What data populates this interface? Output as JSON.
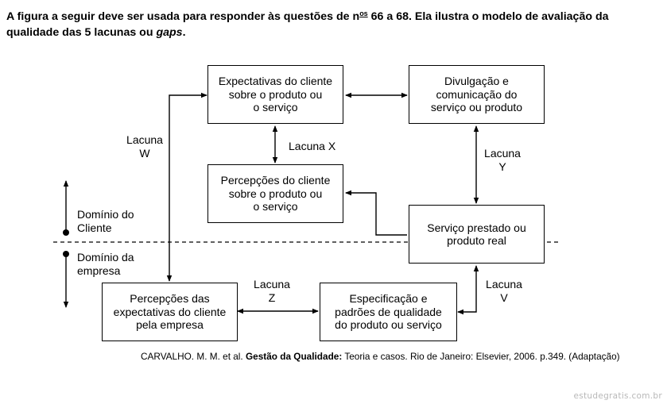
{
  "intro": {
    "text_before_sup": "A figura a seguir deve ser usada para responder às questões de n",
    "sup": "os",
    "text_after_sup": " 66 a 68. Ela ilustra o modelo de avaliação da qualidade das 5 lacunas ou ",
    "italic": "gaps",
    "end": "."
  },
  "boxes": {
    "expectativas": [
      "Expectativas do cliente",
      "sobre o produto ou",
      "o serviço"
    ],
    "divulgacao": [
      "Divulgação e",
      "comunicação do",
      "serviço ou produto"
    ],
    "percepcoes_cliente": [
      "Percepções do cliente",
      "sobre o produto ou",
      "o serviço"
    ],
    "servico": [
      "Serviço prestado ou",
      "produto real"
    ],
    "percepcoes_empresa": [
      "Percepções das",
      "expectativas do cliente",
      "pela empresa"
    ],
    "especificacao": [
      "Especificação e",
      "padrões de qualidade",
      "do produto ou serviço"
    ]
  },
  "gaps": {
    "w": [
      "Lacuna",
      "W"
    ],
    "x": "Lacuna X",
    "y": [
      "Lacuna",
      "Y"
    ],
    "z": [
      "Lacuna",
      "Z"
    ],
    "v": [
      "Lacuna",
      "V"
    ]
  },
  "domains": {
    "cliente": [
      "Domínio do",
      "Cliente"
    ],
    "empresa": [
      "Domínio da",
      "empresa"
    ]
  },
  "citation": {
    "before": "CARVALHO. M. M. et al. ",
    "bold": "Gestão da Qualidade:",
    "after": " Teoria e casos. Rio de Janeiro: Elsevier, 2006. p.349. (Adaptação)"
  },
  "watermark": "estudegratis.com.br"
}
